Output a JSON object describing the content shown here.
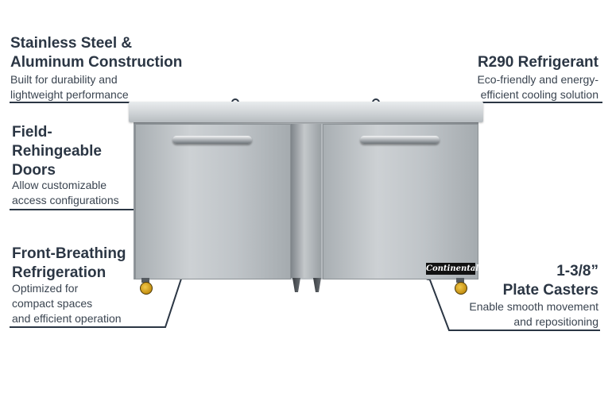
{
  "callouts": {
    "stainless": {
      "heading_line1": "Stainless Steel &",
      "heading_line2": "Aluminum Construction",
      "desc_line1": "Built for durability and",
      "desc_line2": "lightweight performance"
    },
    "refrigerant": {
      "heading": "R290 Refrigerant",
      "desc_line1": "Eco-friendly and energy-",
      "desc_line2": "efficient cooling solution"
    },
    "doors": {
      "heading_line1": "Field-",
      "heading_line2": "Rehingeable",
      "heading_line3": "Doors",
      "desc_line1": "Allow customizable",
      "desc_line2": "access configurations"
    },
    "front_breathing": {
      "heading_line1": "Front-Breathing",
      "heading_line2": "Refrigeration",
      "desc_line1": "Optimized for",
      "desc_line2": "compact spaces",
      "desc_line3": "and efficient operation"
    },
    "casters": {
      "heading_line1": "1-3/8”",
      "heading_line2": "Plate Casters",
      "desc_line1": "Enable smooth movement",
      "desc_line2": "and repositioning"
    }
  },
  "product": {
    "brand_logo": "Continental"
  },
  "colors": {
    "heading": "#2b3644",
    "line": "#2b3644",
    "caster": "#e0a82a"
  }
}
